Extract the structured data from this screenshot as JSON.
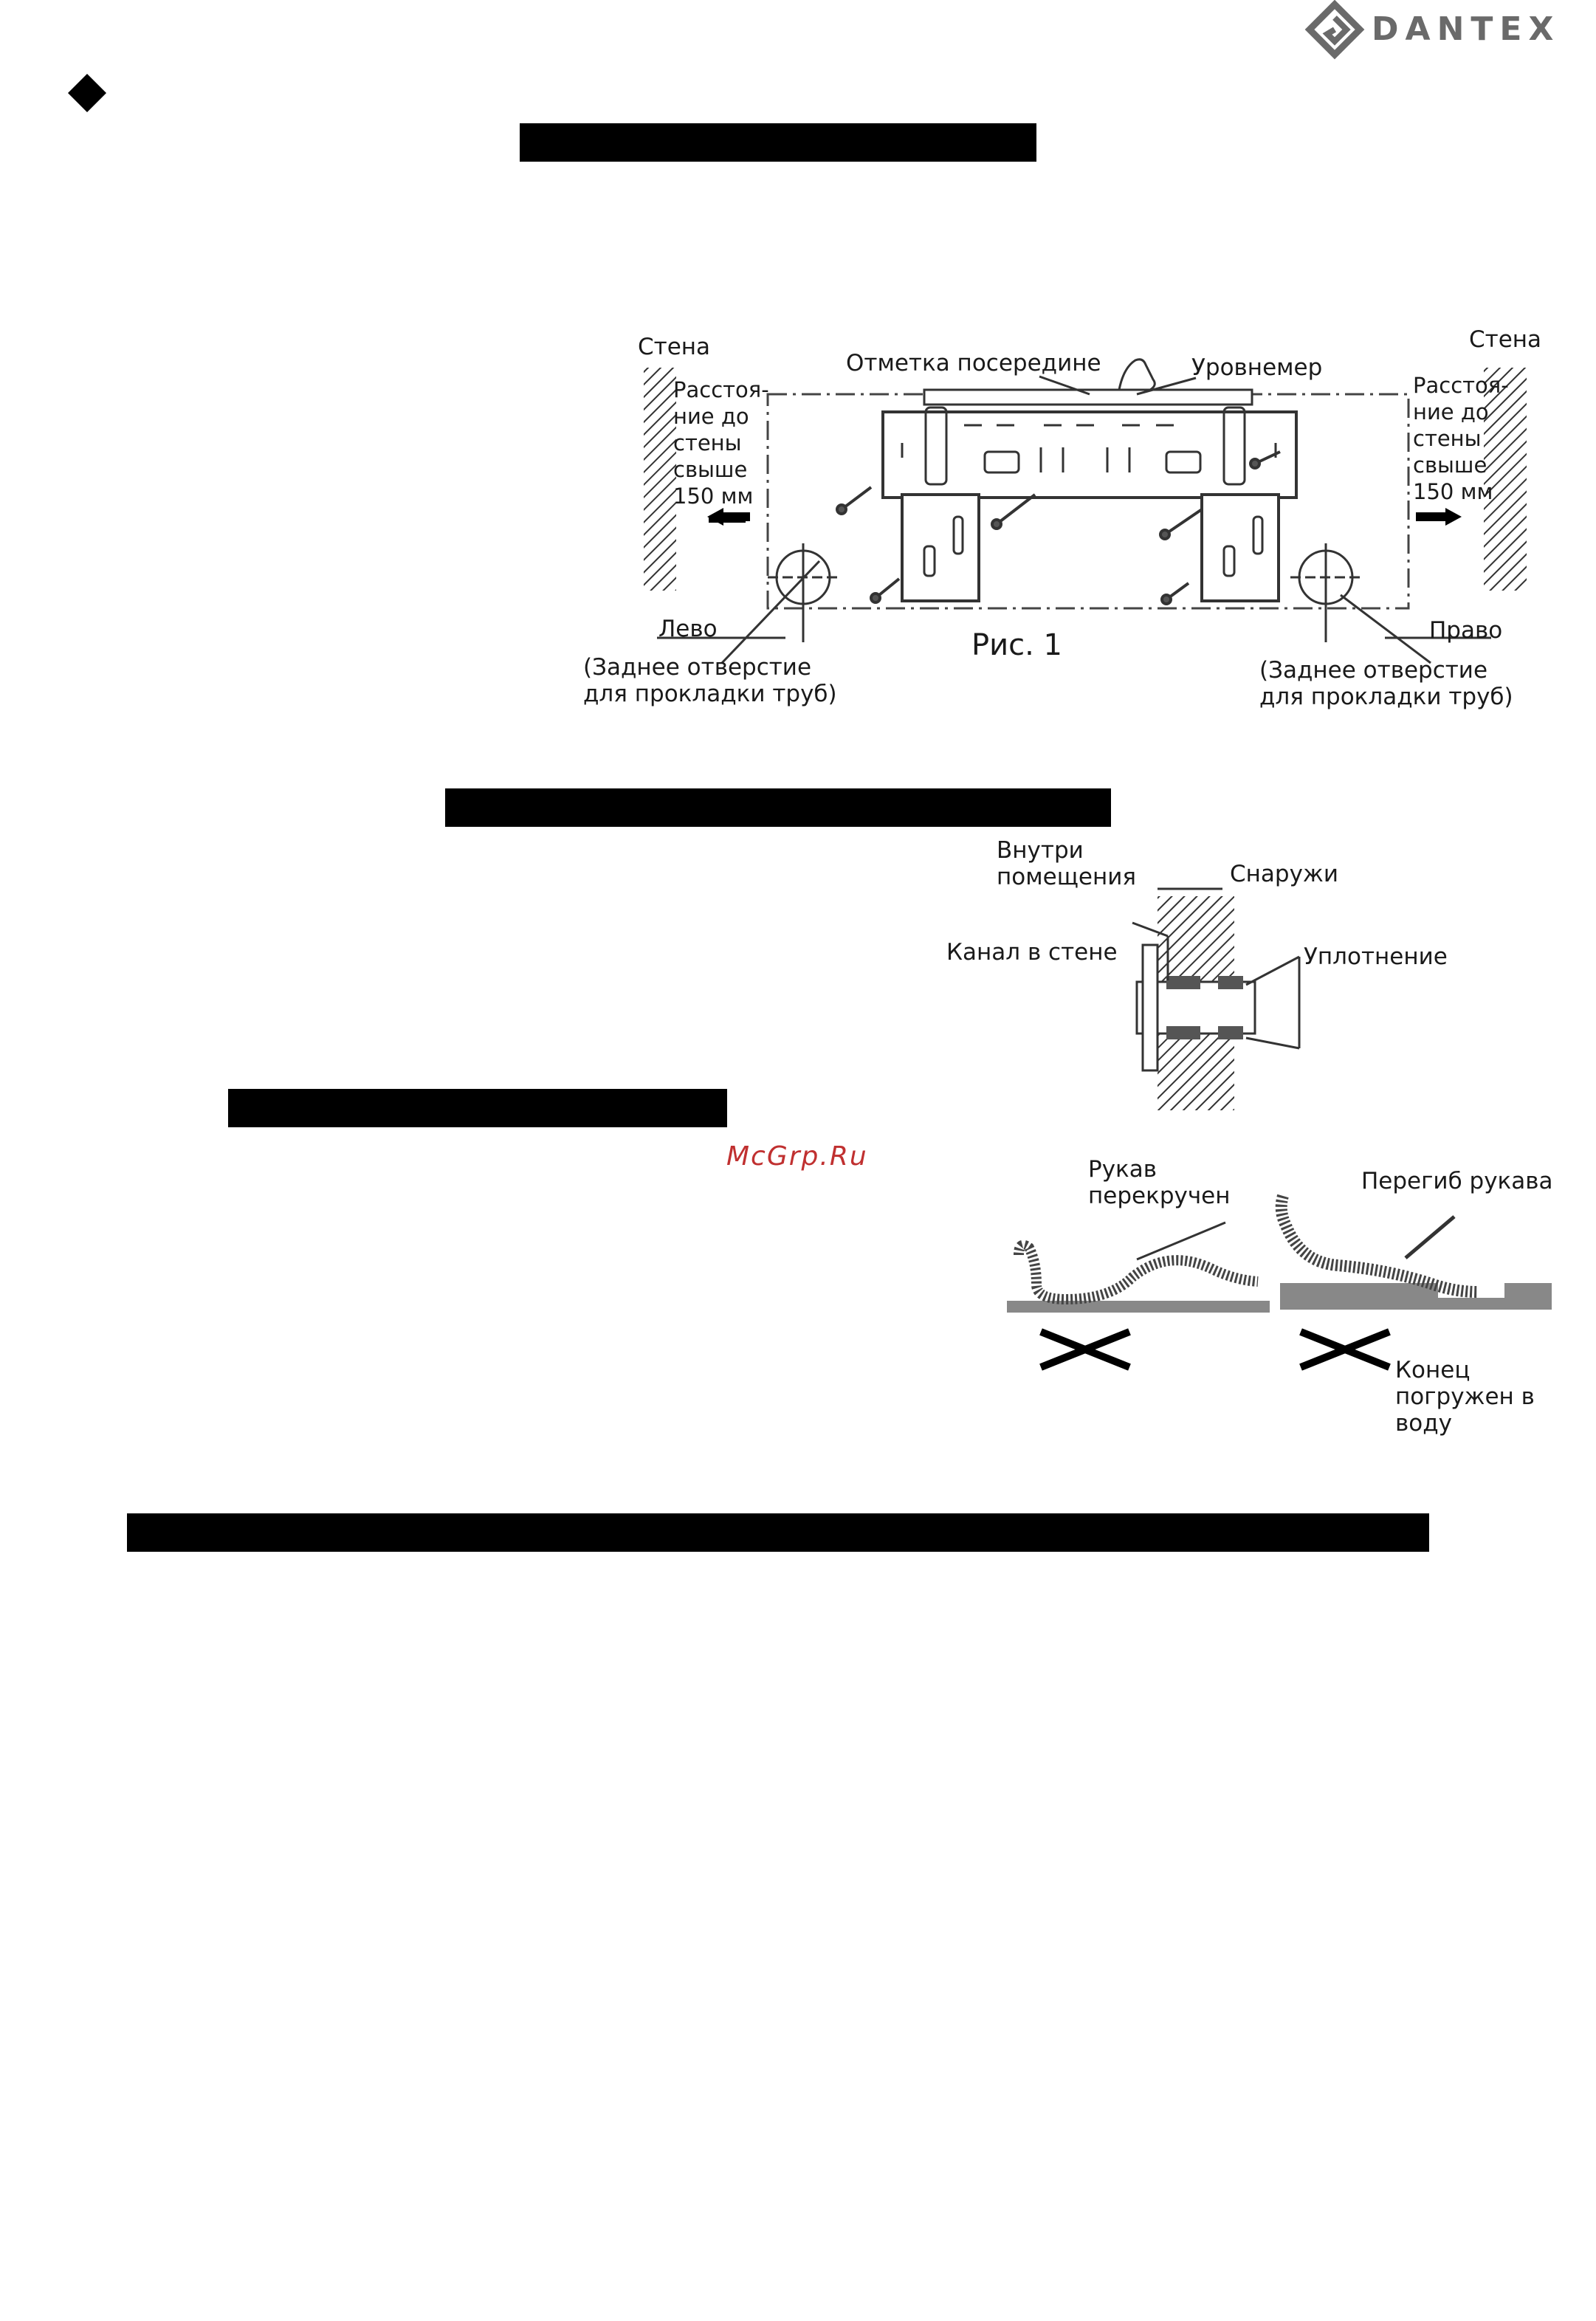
{
  "header": {
    "brand": "DANTEX"
  },
  "watermark": "McGrp.Ru",
  "figure1": {
    "wall_left": "Стена",
    "wall_right": "Стена",
    "distance_left": [
      "Расстоя-",
      "ние до",
      "стены",
      "свыше",
      "150 мм"
    ],
    "distance_right": [
      "Расстоя-",
      "ние до",
      "стены",
      "свыше",
      "150 мм"
    ],
    "center_mark": "Отметка посередине",
    "level": "Уровнемер",
    "left": "Лево",
    "right": "Право",
    "caption": "Рис. 1",
    "hole_left": [
      "(Заднее отверстие",
      "для прокладки труб)"
    ],
    "hole_right": [
      "(Заднее отверстие",
      "для прокладки труб)"
    ]
  },
  "figure2": {
    "inside": [
      "Внутри",
      "помещения"
    ],
    "outside": "Снаружи",
    "wall_channel": "Канал в стене",
    "seal": "Уплотнение"
  },
  "figure3": {
    "twisted": [
      "Рукав",
      "перекручен"
    ],
    "bend": "Перегиб рукава",
    "submerged": [
      "Конец",
      "погружен в",
      "воду"
    ]
  },
  "colors": {
    "redaction": "#000000",
    "logo": "#6a6a6a",
    "watermark": "#c03030"
  }
}
